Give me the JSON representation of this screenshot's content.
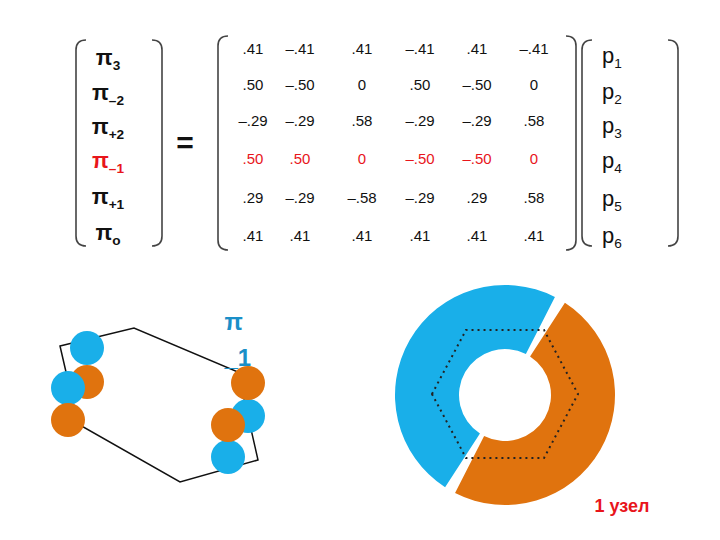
{
  "diagram": {
    "labels": [
      "π3",
      "π–2",
      "π+2",
      "π–1",
      "π+1",
      "πo",
      "=",
      ".41",
      "–.41",
      ".41",
      "–.41",
      ".41",
      "–.41",
      ".50",
      "–.50",
      "0",
      ".50",
      "–.50",
      "0",
      "–.29",
      "–.29",
      ".58",
      "–.29",
      "–.29",
      ".58",
      ".50",
      ".50",
      "0",
      "–.50",
      "–.50",
      "0",
      ".29",
      "–.29",
      "–.58",
      "–.29",
      ".29",
      ".58",
      ".41",
      ".41",
      ".41",
      ".41",
      ".41",
      ".41",
      "p1",
      "p2",
      "p3",
      "p4",
      "p5",
      "p6",
      "π_1",
      "1 узел"
    ]
  }
}
